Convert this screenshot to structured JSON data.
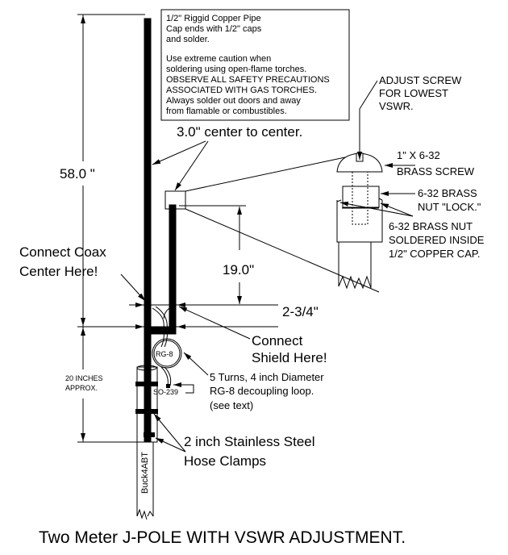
{
  "title": "Two Meter J-POLE WITH VSWR ADJUSTMENT.",
  "note_box": {
    "lines1": [
      "1/2\" Riggid Copper Pipe",
      "Cap ends with 1/2\" caps",
      "and solder."
    ],
    "lines2": [
      "Use extreme caution when",
      "soldering using open-flame torches.",
      "OBSERVE ALL SAFETY PRECAUTIONS",
      "ASSOCIATED WITH GAS TORCHES.",
      "Always solder out doors and away",
      "from flamable or combustibles."
    ]
  },
  "dimensions": {
    "total": "58.0 \"",
    "stub": "19.0\"",
    "spacing": "3.0\" center to center.",
    "gap": "2-3/4\"",
    "mount": [
      "20 INCHES",
      "APPROX."
    ]
  },
  "labels": {
    "coax_center": [
      "Connect Coax",
      "Center Here!"
    ],
    "shield": [
      "Connect",
      "Shield Here!"
    ],
    "rg8": "RG-8",
    "so239": "SO-239",
    "loop": [
      "5 Turns, 4 inch Diameter",
      "RG-8 decoupling loop.",
      "(see text)"
    ],
    "clamps": [
      "2 inch Stainless Steel",
      "Hose Clamps"
    ],
    "mast": "Buck4ABT"
  },
  "detail": {
    "adjust": [
      "ADJUST SCREW",
      "FOR LOWEST",
      "VSWR."
    ],
    "screw": [
      "1\" X 6-32",
      "BRASS SCREW"
    ],
    "lock_nut": [
      "6-32 BRASS",
      "NUT \"LOCK.\""
    ],
    "soldered_nut": [
      "6-32 BRASS NUT",
      "SOLDERED INSIDE",
      "1/2\" COPPER CAP."
    ]
  }
}
